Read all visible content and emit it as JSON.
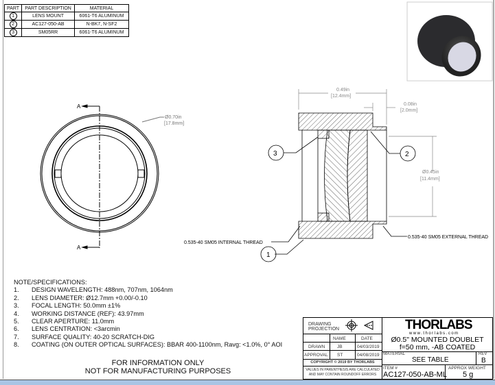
{
  "parts_table": {
    "headers": [
      "PART",
      "PART DESCRIPTION",
      "MATERIAL"
    ],
    "rows": [
      {
        "part": "1",
        "description": "LENS MOUNT",
        "material": "6061-T6 ALUMINUM"
      },
      {
        "part": "2",
        "description": "AC127-050-AB",
        "material": "N-BK7, N-SF2"
      },
      {
        "part": "3",
        "description": "SM05RR",
        "material": "6061-T6 ALUMINUM"
      }
    ]
  },
  "front_view": {
    "section_label": "A",
    "diameter_in": "Ø0.70in",
    "diameter_mm": "[17.8mm]"
  },
  "section_view": {
    "length_in": "0.49in",
    "length_mm": "[12.4mm]",
    "step_in": "0.08in",
    "step_mm": "[2.0mm]",
    "bore_in": "Ø0.45in",
    "bore_mm": "[11.4mm]",
    "internal_thread": "0.535-40 SM05 INTERNAL THREAD",
    "external_thread": "0.535-40 SM05 EXTERNAL THREAD",
    "balloons": [
      "1",
      "2",
      "3"
    ]
  },
  "notes": {
    "title": "NOTE/SPECIFICATIONS:",
    "items": [
      {
        "n": "1.",
        "t": "DESIGN WAVELENGTH: 488nm, 707nm, 1064nm"
      },
      {
        "n": "2.",
        "t": "LENS DIAMETER: Ø12.7mm +0.00/-0.10"
      },
      {
        "n": "3.",
        "t": "FOCAL LENGTH: 50.0mm ±1%"
      },
      {
        "n": "4.",
        "t": "WORKING DISTANCE (REF): 43.97mm"
      },
      {
        "n": "5.",
        "t": "CLEAR APERTURE: 11.0mm"
      },
      {
        "n": "6.",
        "t": "LENS CENTRATION: <3arcmin"
      },
      {
        "n": "7.",
        "t": "SURFACE QUALITY: 40-20 SCRATCH-DIG"
      },
      {
        "n": "8.",
        "t": "COATING (ON OUTER OPTICAL SURFACES): BBAR 400-1100nm, Ravg: <1.0%, 0° AOI"
      }
    ]
  },
  "disclaimer": [
    "FOR INFORMATION ONLY",
    "NOT FOR MANUFACTURING PURPOSES"
  ],
  "title_block": {
    "drawing_projection": "DRAWING PROJECTION",
    "name_h": "NAME",
    "date_h": "DATE",
    "drawn": "DRAWN",
    "drawn_name": "JB",
    "drawn_date": "04/03/2019",
    "approval": "APPROVAL",
    "approval_name": "ST",
    "approval_date": "04/08/2019",
    "copyright": "COPYRIGHT © 2019 BY THORLABS",
    "values_note": "VALUES IN PARENTHESIS ARE CALCULATED AND MAY CONTAIN ROUNDOFF ERRORS",
    "logo": "THORLABS",
    "website": "www.thorlabs.com",
    "title_1": "Ø0.5\" MOUNTED DOUBLET",
    "title_2": "f=50 mm, -AB COATED",
    "material_label": "MATERIAL",
    "material": "SEE TABLE",
    "rev_label": "REV",
    "rev": "B",
    "item_label": "ITEM #",
    "item": "AC127-050-AB-ML",
    "weight_label": "APPROX WEIGHT",
    "weight": "5 g"
  }
}
